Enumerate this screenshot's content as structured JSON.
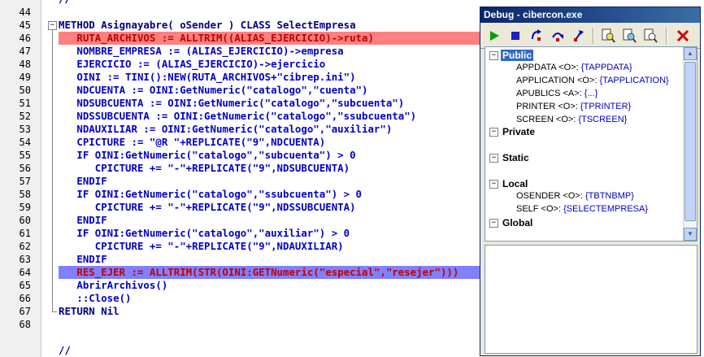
{
  "gutter": {
    "line_numbers": [
      "44",
      "45",
      "46",
      "47",
      "48",
      "49",
      "50",
      "51",
      "52",
      "53",
      "54",
      "55",
      "56",
      "57",
      "58",
      "59",
      "60",
      "61",
      "62",
      "63",
      "64",
      "65",
      "66",
      "67",
      "68"
    ]
  },
  "code": {
    "prev_comment": "//",
    "lines": [
      "",
      "METHOD Asignayabre( oSender ) CLASS SelectEmpresa",
      "   RUTA_ARCHIVOS := ALLTRIM((ALIAS_EJERCICIO)->ruta)",
      "   NOMBRE_EMPRESA := (ALIAS_EJERCICIO)->empresa",
      "   EJERCICIO := (ALIAS_EJERCICIO)->ejercicio",
      "   OINI := TINI():NEW(RUTA_ARCHIVOS+\"cibrep.ini\")",
      "   NDCUENTA := OINI:GetNumeric(\"catalogo\",\"cuenta\")",
      "   NDSUBCUENTA := OINI:GetNumeric(\"catalogo\",\"subcuenta\")",
      "   NDSSUBCUENTA := OINI:GetNumeric(\"catalogo\",\"ssubcuenta\")",
      "   NDAUXILIAR := OINI:GetNumeric(\"catalogo\",\"auxiliar\")",
      "   CPICTURE := \"@R \"+REPLICATE(\"9\",NDCUENTA)",
      "   IF OINI:GetNumeric(\"catalogo\",\"subcuenta\") > 0",
      "      CPICTURE += \"-\"+REPLICATE(\"9\",NDSUBCUENTA)",
      "   ENDIF",
      "   IF OINI:GetNumeric(\"catalogo\",\"ssubcuenta\") > 0",
      "      CPICTURE += \"-\"+REPLICATE(\"9\",NDSSUBCUENTA)",
      "   ENDIF",
      "   IF OINI:GetNumeric(\"catalogo\",\"auxiliar\") > 0",
      "      CPICTURE += \"-\"+REPLICATE(\"9\",NDAUXILIAR)",
      "   ENDIF",
      "   RES_EJER := ALLTRIM(STR(OINI:GETNumeric(\"especial\",\"resejer\")))",
      "   AbrirArchivos()",
      "   ::Close()",
      "RETURN Nil",
      ""
    ],
    "next_comment": "//",
    "fold_toggle": "−",
    "colors": {
      "keyword": "#0000c8",
      "string": "#c00000",
      "breakpoint_bg": "#ff8080",
      "current_line_bg": "#8080ff"
    }
  },
  "debug": {
    "title": "Debug - cibercon.exe",
    "toolbar": [
      {
        "icon": "run-icon",
        "label": "Run"
      },
      {
        "icon": "stop-icon",
        "label": "Stop"
      },
      {
        "icon": "step-into-icon",
        "label": "Step into"
      },
      {
        "icon": "step-over-icon",
        "label": "Step over"
      },
      {
        "icon": "step-out-icon",
        "label": "Step out"
      },
      {
        "icon": "inspect-icon",
        "label": "Inspect"
      },
      {
        "icon": "watch-icon",
        "label": "Watch"
      },
      {
        "icon": "evaluate-icon",
        "label": "Evaluate"
      },
      {
        "icon": "close-icon",
        "label": "Close"
      }
    ],
    "tree": {
      "public": {
        "label": "Public",
        "toggle": "−",
        "items": [
          {
            "name": "APPDATA <O>:",
            "value": "{TAPPDATA}"
          },
          {
            "name": "APPLICATION <O>:",
            "value": "{TAPPLICATION}"
          },
          {
            "name": "APUBLICS <A>:",
            "value": "{...}"
          },
          {
            "name": "PRINTER <O>:",
            "value": "{TPRINTER}"
          },
          {
            "name": "SCREEN <O>:",
            "value": "{TSCREEN}"
          }
        ]
      },
      "private": {
        "label": "Private",
        "toggle": "−"
      },
      "static": {
        "label": "Static",
        "toggle": "−"
      },
      "local": {
        "label": "Local",
        "toggle": "−",
        "items": [
          {
            "name": "OSENDER <O>:",
            "value": "{TBTNBMP}"
          },
          {
            "name": "SELF <O>:",
            "value": "{SELECTEMPRESA}"
          }
        ]
      },
      "global": {
        "label": "Global",
        "toggle": "−"
      }
    },
    "scroll_up": "▲",
    "scroll_down": "▼"
  }
}
